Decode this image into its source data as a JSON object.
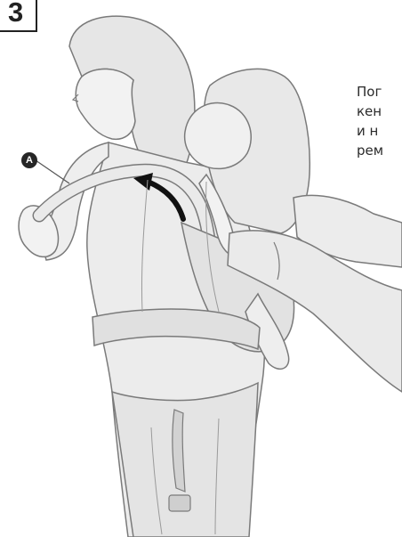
{
  "step": {
    "number": "3"
  },
  "instruction": {
    "lines": [
      "Пог",
      "кен",
      "и н",
      "рем"
    ]
  },
  "callout": {
    "label": "A"
  },
  "figure": {
    "icon": "baby-carrier-back-strap-illustration",
    "colors": {
      "line": "#7a7a7a",
      "fill": "#ececec",
      "shadow": "#d2d2d2",
      "arrow": "#111111"
    }
  }
}
